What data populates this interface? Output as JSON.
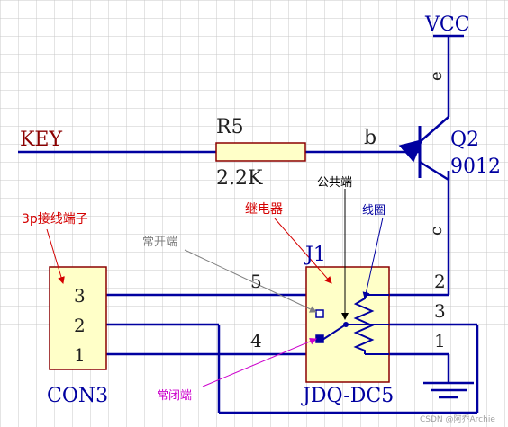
{
  "colors": {
    "background": "#ffffff",
    "grid": "#c8c8c8",
    "wire": "#0000a0",
    "component_fill": "#ffffc8",
    "component_stroke": "#8b0000",
    "label_dark": "#1e1e1e",
    "label_blue": "#0000a0",
    "annotation_red": "#d40000",
    "annotation_gray": "#808080",
    "annotation_magenta": "#cc00cc",
    "contact_red": "#c00000"
  },
  "labels": {
    "vcc": "VCC",
    "key": "KEY",
    "r5_name": "R5",
    "r5_value": "2.2K",
    "node_b": "b",
    "node_e": "e",
    "node_c": "c",
    "q2_name": "Q2",
    "q2_value": "9012",
    "con_pin3": "3",
    "con_pin2": "2",
    "con_pin1": "1",
    "con_name": "CON3",
    "j1_name": "J1",
    "j1_value": "JDQ-DC5",
    "j1_pin5": "5",
    "j1_pin4": "4",
    "j1_pin2": "2",
    "j1_pin3": "3",
    "j1_pin1": "1"
  },
  "annotations": {
    "terminal_3p": "3p接线端子",
    "relay": "继电器",
    "common": "公共端",
    "coil": "线圈",
    "normally_open": "常开端",
    "normally_closed": "常闭端"
  },
  "watermark": "CSDN @阿乔Archie"
}
